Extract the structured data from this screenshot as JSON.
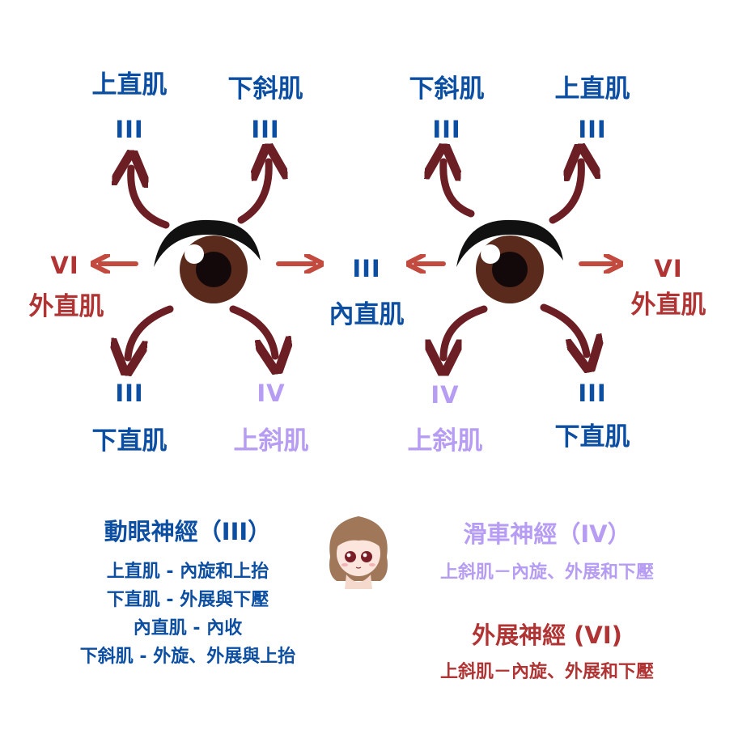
{
  "diagram": {
    "left_eye": {
      "up_left": {
        "muscle": "上直肌",
        "nerve": "III"
      },
      "up_right": {
        "muscle": "下斜肌",
        "nerve": "III"
      },
      "left": {
        "muscle": "外直肌",
        "nerve": "VI"
      },
      "down_left": {
        "muscle": "下直肌",
        "nerve": "III"
      },
      "down_right": {
        "muscle": "上斜肌",
        "nerve": "IV"
      }
    },
    "center": {
      "muscle": "內直肌",
      "nerve": "III"
    },
    "right_eye": {
      "up_left": {
        "muscle": "下斜肌",
        "nerve": "III"
      },
      "up_right": {
        "muscle": "上直肌",
        "nerve": "III"
      },
      "right": {
        "muscle": "外直肌",
        "nerve": "VI"
      },
      "down_left": {
        "muscle": "上斜肌",
        "nerve": "IV"
      },
      "down_right": {
        "muscle": "下直肌",
        "nerve": "III"
      }
    }
  },
  "legend": {
    "oculomotor": {
      "title": "動眼神經（III）",
      "lines": [
        "上直肌 - 內旋和上抬",
        "下直肌 - 外展與下壓",
        "內直肌 - 內收",
        "下斜肌 - 外旋、外展與上抬"
      ]
    },
    "trochlear": {
      "title": "滑車神經（IV）",
      "lines": [
        "上斜肌－內旋、外展和下壓"
      ]
    },
    "abducens": {
      "title": "外展神經 (VI)",
      "lines": [
        "上斜肌－內旋、外展和下壓"
      ]
    }
  },
  "colors": {
    "oculomotor": "#0b4ea2",
    "trochlear": "#b69cf2",
    "abducens": "#b03434",
    "arrow": "#6b1f24",
    "iris": "#5a2b1c"
  },
  "icons": [
    "eye-icon",
    "curved-arrow-icon",
    "straight-arrow-icon",
    "cartoon-girl-avatar"
  ]
}
